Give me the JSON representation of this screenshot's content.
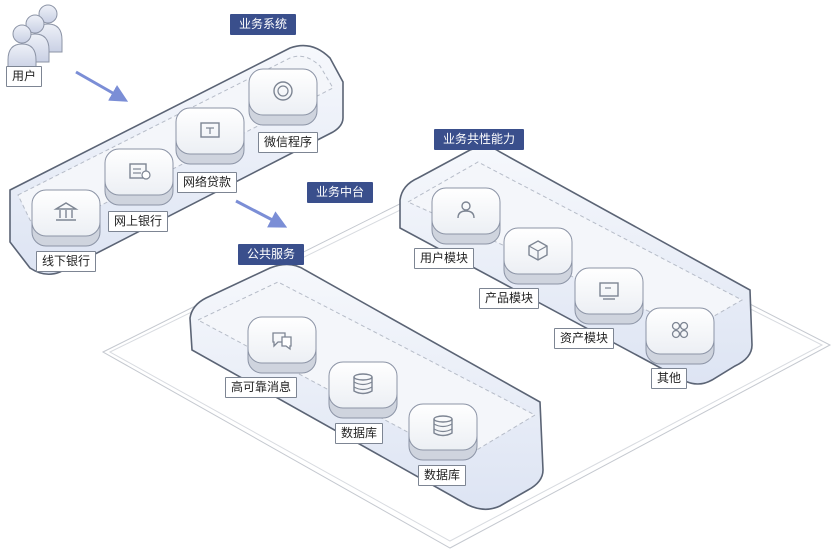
{
  "user": {
    "label": "用户"
  },
  "groups": {
    "business_system": {
      "title": "业务系统"
    },
    "middle_platform": {
      "title": "业务中台"
    },
    "public_service": {
      "title": "公共服务"
    },
    "capability": {
      "title": "业务共性能力"
    }
  },
  "nodes": {
    "offline_bank": {
      "label": "线下银行",
      "icon": "bank-icon"
    },
    "online_bank": {
      "label": "网上银行",
      "icon": "web-card-icon"
    },
    "net_loan": {
      "label": "网络贷款",
      "icon": "loan-icon"
    },
    "wechat_app": {
      "label": "微信程序",
      "icon": "coin-icon"
    },
    "mq": {
      "label": "高可靠消息",
      "icon": "message-icon"
    },
    "db1": {
      "label": "数据库",
      "icon": "database-icon"
    },
    "db2": {
      "label": "数据库",
      "icon": "database-icon"
    },
    "user_module": {
      "label": "用户模块",
      "icon": "user-icon"
    },
    "product_module": {
      "label": "产品模块",
      "icon": "cube-icon"
    },
    "asset_module": {
      "label": "资产模块",
      "icon": "asset-icon"
    },
    "other": {
      "label": "其他",
      "icon": "cluster-icon"
    }
  },
  "colors": {
    "title_bg": "#3a4f8c",
    "arrow": "#7b8ed6",
    "panel_stroke": "#5b6475",
    "panel_fill": "#e6ebf7"
  }
}
